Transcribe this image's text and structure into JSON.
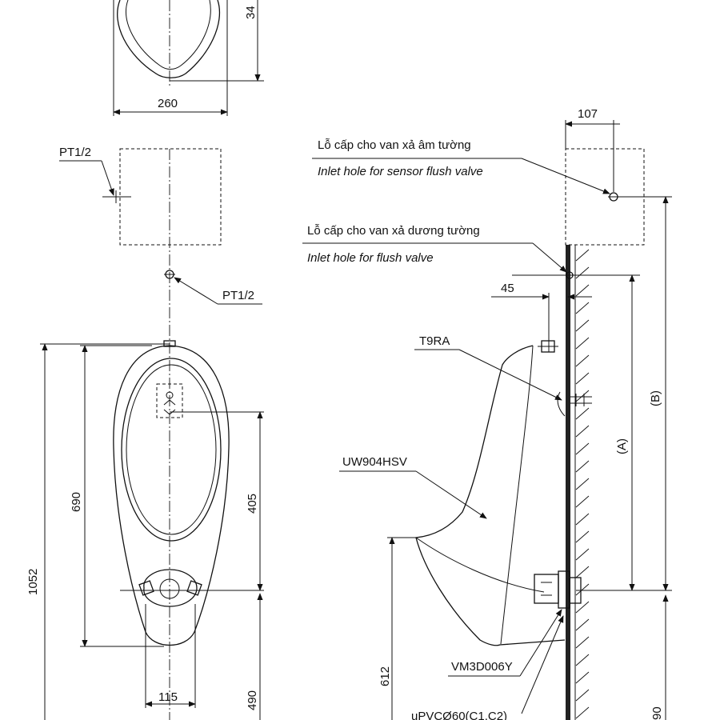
{
  "front_view": {
    "top_width_dim": "260",
    "top_height_dim": "34",
    "pipe_label_top": "PT1/2",
    "pipe_label_mid": "PT1/2",
    "total_height_dim": "1052",
    "bowl_height_dim": "690",
    "sensor_to_outlet_dim": "405",
    "outlet_width_dim": "115",
    "outlet_height_dim": "490"
  },
  "side_view": {
    "sensor_offset_dim": "107",
    "sensor_inlet_label_vi": "Lỗ cấp cho van xả âm tường",
    "sensor_inlet_label_en": "Inlet hole for sensor flush valve",
    "flush_inlet_label_vi": "Lỗ cấp cho van xả dương tường",
    "flush_inlet_label_en": "Inlet hole for flush valve",
    "wall_offset_dim": "45",
    "hanger_label": "T9RA",
    "model_label": "UW904HSV",
    "dim_a": "(A)",
    "dim_b": "(B)",
    "lip_height_dim": "612",
    "trap_label": "VM3D006Y",
    "pipe_label": "uPVCØ60(C1,C2)",
    "floor_dim_partial": "90"
  }
}
